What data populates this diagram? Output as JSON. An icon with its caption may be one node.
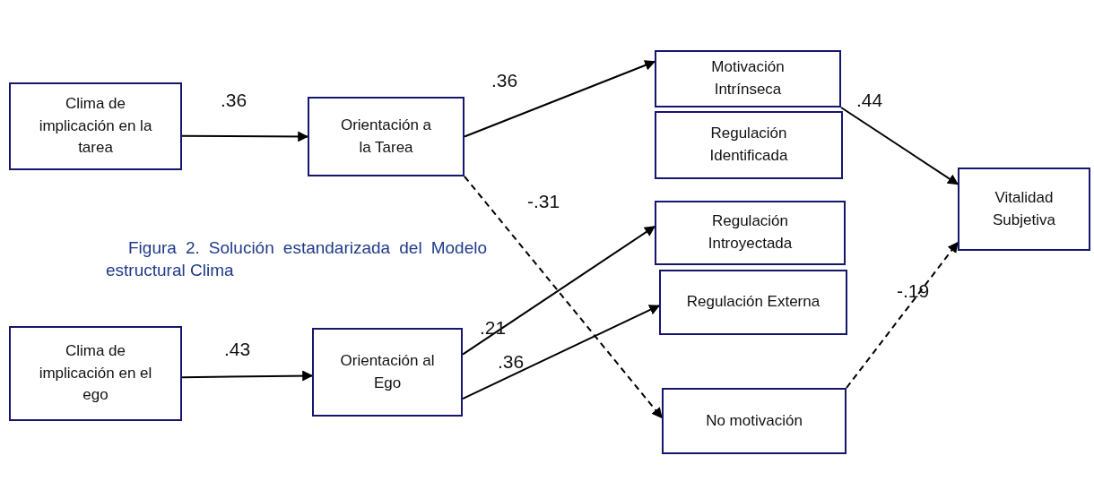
{
  "diagram": {
    "caption": "Figura 2. Solución estandarizada del Modelo estructural Clima",
    "nodes": [
      {
        "text": [
          "Clima de implicación en la tarea"
        ]
      },
      {
        "text": [
          "Orientación a la Tarea"
        ]
      },
      {
        "text": [
          "Motivación Intrínseca"
        ]
      },
      {
        "text": [
          "Regulación Identificada"
        ]
      },
      {
        "text": [
          "Vitalidad Subjetiva"
        ]
      },
      {
        "text": [
          "Regulación Introyectada"
        ]
      },
      {
        "text": [
          "Regulación Externa"
        ]
      },
      {
        "text": [
          "Clima de implicación en el ego"
        ]
      },
      {
        "text": [
          "Orientación al Ego"
        ]
      },
      {
        "text": [
          "No motivación"
        ]
      }
    ],
    "edges": [
      {
        "from": 0,
        "to": 1,
        "arrow": "to",
        "label": ".36"
      },
      {
        "from": 1,
        "to": 2,
        "arrow": "to",
        "label": ".36"
      },
      {
        "from": 1,
        "to": 9,
        "arrow": "to",
        "label": "-.31",
        "style": "dashed"
      },
      {
        "from": 2,
        "to": 4,
        "arrow": "to",
        "label": ".44"
      },
      {
        "from": 7,
        "to": 8,
        "arrow": "to",
        "label": ".43"
      },
      {
        "from": 8,
        "to": 5,
        "arrow": "to",
        "label": ".21"
      },
      {
        "from": 8,
        "to": 6,
        "arrow": "to",
        "label": ".36"
      },
      {
        "from": 9,
        "to": 4,
        "arrow": "to",
        "label": "-.19",
        "style": "dashed"
      }
    ]
  }
}
